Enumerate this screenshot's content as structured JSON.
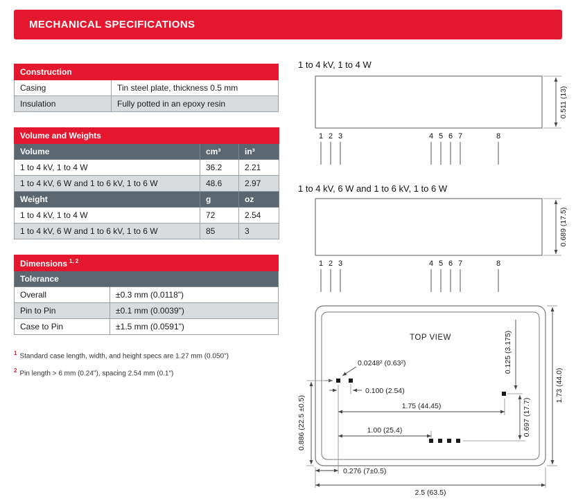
{
  "header": {
    "title": "MECHANICAL SPECIFICATIONS"
  },
  "colors": {
    "accent-red": "#e4172e",
    "header-gray": "#5b6770",
    "row-alt": "#d8dcdf",
    "border": "#9aa1a7"
  },
  "construction": {
    "title": "Construction",
    "rows": [
      {
        "label": "Casing",
        "value": "Tin steel plate, thickness 0.5 mm"
      },
      {
        "label": "Insulation",
        "value": "Fully potted in an epoxy resin"
      }
    ]
  },
  "volume_weights": {
    "title": "Volume and Weights",
    "volume_header": {
      "label": "Volume",
      "unit1": "cm³",
      "unit2": "in³"
    },
    "volume_rows": [
      {
        "label": "1 to 4 kV, 1 to 4 W",
        "v1": "36.2",
        "v2": "2.21"
      },
      {
        "label": "1 to 4 kV, 6 W and 1 to 6 kV, 1 to 6 W",
        "v1": "48.6",
        "v2": "2.97"
      }
    ],
    "weight_header": {
      "label": "Weight",
      "unit1": "g",
      "unit2": "oz"
    },
    "weight_rows": [
      {
        "label": "1 to 4 kV, 1 to 4 W",
        "v1": "72",
        "v2": "2.54"
      },
      {
        "label": "1 to 4 kV, 6 W and 1 to 6 kV, 1 to 6 W",
        "v1": "85",
        "v2": "3"
      }
    ]
  },
  "dimensions": {
    "title": "Dimensions",
    "title_sup": "1, 2",
    "subheader": "Tolerance",
    "rows": [
      {
        "label": "Overall",
        "value": "±0.3 mm (0.0118\")"
      },
      {
        "label": "Pin to Pin",
        "value": "±0.1 mm (0.0039\")"
      },
      {
        "label": "Case to Pin",
        "value": "±1.5 mm (0.0591\")"
      }
    ]
  },
  "footnotes": [
    {
      "num": "1",
      "text": "Standard case length, width, and height specs are 1.27 mm (0.050\")"
    },
    {
      "num": "2",
      "text": "Pin length > 6 mm (0.24\"), spacing 2.54 mm (0.1\")"
    }
  ],
  "drawings": {
    "outline1": {
      "title": "1 to 4 kV, 1 to 4 W",
      "height_dim": "0.511 (13)",
      "pins": [
        "1",
        "2",
        "3",
        "4",
        "5",
        "6",
        "7",
        "8"
      ]
    },
    "outline2": {
      "title": "1 to 4 kV, 6 W and 1 to 6 kV, 1 to 6 W",
      "height_dim": "0.689 (17.5)",
      "pins": [
        "1",
        "2",
        "3",
        "4",
        "5",
        "6",
        "7",
        "8"
      ]
    },
    "top_view": {
      "label": "TOP VIEW",
      "pin_size": "0.0248² (0.63²)",
      "pin_pitch": "0.100 (2.54)",
      "pin_row_span": "1.75 (44.45)",
      "pin_group_span": "1.00 (25.4)",
      "edge_to_pin": "0.276 (7±0.5)",
      "case_width": "2.5 (63.5)",
      "pin_offset": "0.125 (3.175)",
      "pin_col_span": "0.697 (17.7)",
      "case_depth": "1.73 (44.0)",
      "edge_offset": "0.886 (22.5 ±0.5)"
    }
  }
}
